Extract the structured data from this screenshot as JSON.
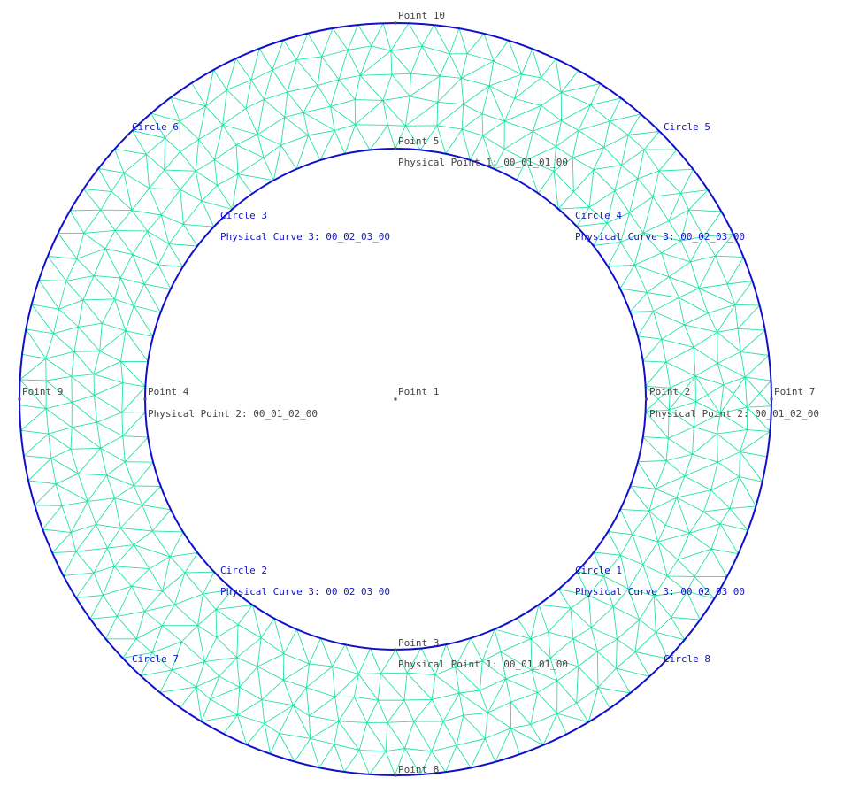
{
  "colors": {
    "background": "#ffffff",
    "mesh": "#22e3a6",
    "curve": "#1010cc",
    "point": "#555555",
    "point_label": "#444444",
    "curve_label": "#1515c8"
  },
  "points": [
    {
      "name": "Point 1"
    },
    {
      "name": "Point 2",
      "physical": "Physical Point 2: 00_01_02_00"
    },
    {
      "name": "Point 3",
      "physical": "Physical Point 1: 00_01_01_00"
    },
    {
      "name": "Point 4",
      "physical": "Physical Point 2: 00_01_02_00"
    },
    {
      "name": "Point 5",
      "physical": "Physical Point 1: 00_01_01_00"
    },
    {
      "name": "Point 7"
    },
    {
      "name": "Point 8"
    },
    {
      "name": "Point 9"
    },
    {
      "name": "Point 10"
    }
  ],
  "curves": [
    {
      "name": "Circle 1",
      "physical": "Physical Curve 3: 00_02_03_00"
    },
    {
      "name": "Circle 2",
      "physical": "Physical Curve 3: 00_02_03_00"
    },
    {
      "name": "Circle 3",
      "physical": "Physical Curve 3: 00_02_03_00"
    },
    {
      "name": "Circle 4",
      "physical": "Physical Curve 3: 00_02_03_00"
    },
    {
      "name": "Circle 5"
    },
    {
      "name": "Circle 6"
    },
    {
      "name": "Circle 7"
    },
    {
      "name": "Circle 8"
    }
  ]
}
